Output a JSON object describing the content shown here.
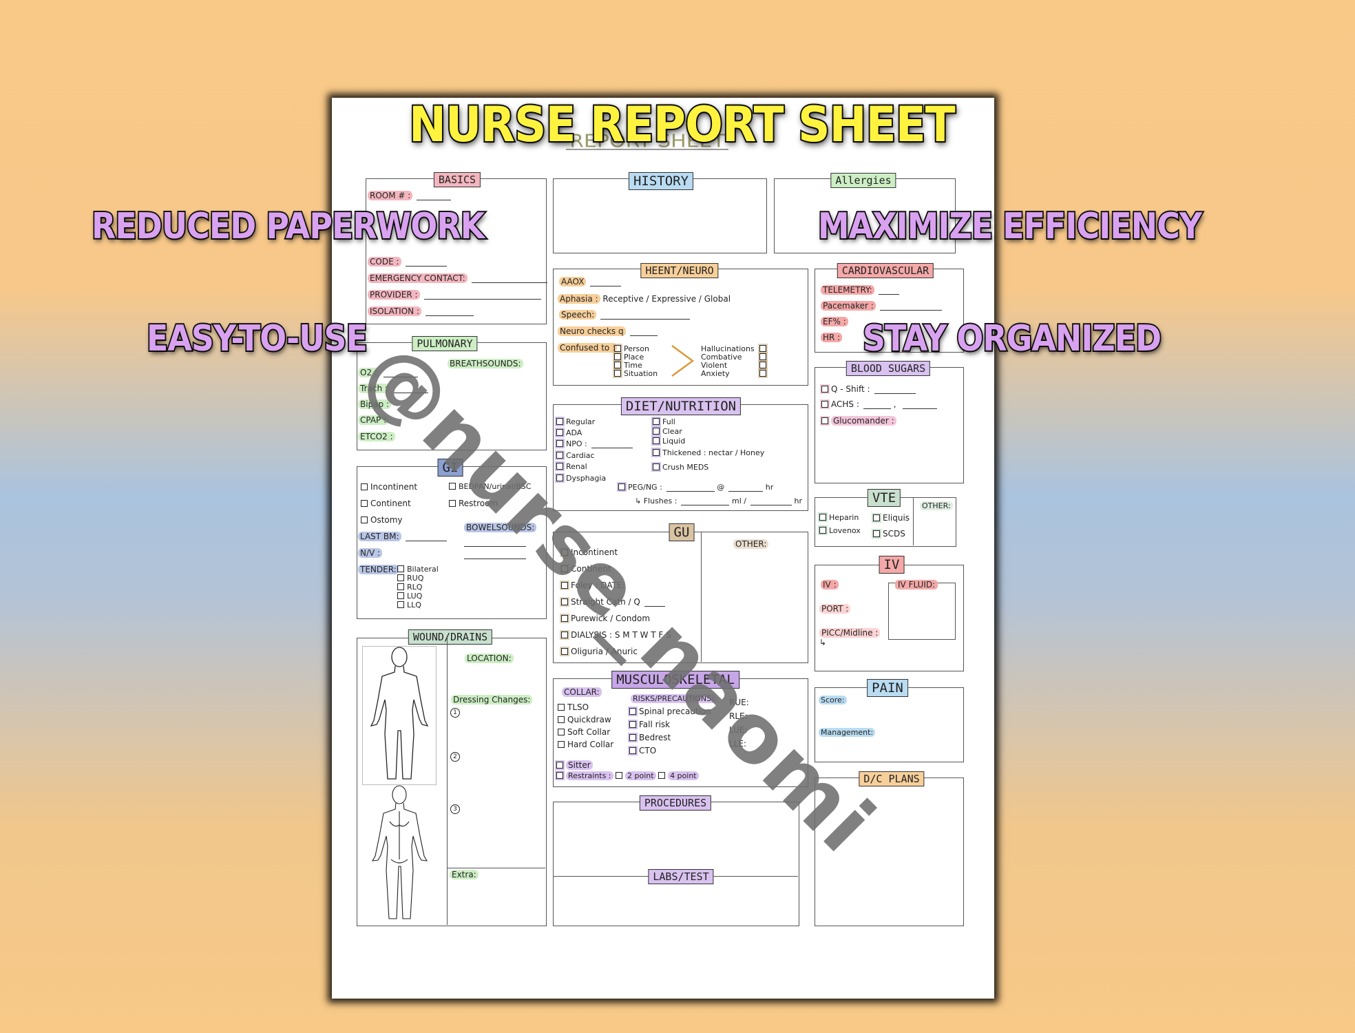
{
  "banner": {
    "title": "NURSE REPORT SHEET",
    "features": [
      "REDUCED PAPERWORK",
      "MAXIMIZE EFFICIENCY",
      "EASY-TO-USE",
      "STAY ORGANIZED"
    ],
    "watermark": "@nurse_naomi"
  },
  "sheet": {
    "title": "REPORT SHEET",
    "basics": {
      "header": "BASICS",
      "fields": [
        "ROOM # :",
        "CODE :",
        "EMERGENCY CONTACT:",
        "PROVIDER :",
        "ISOLATION :"
      ]
    },
    "history": {
      "header": "HISTORY"
    },
    "allergies": {
      "header": "Allergies"
    },
    "heent": {
      "header": "HEENT/NEURO",
      "aaox": "AAOX",
      "aphasia_label": "Aphasia :",
      "aphasia_opts": "Receptive / Expressive / Global",
      "speech": "Speech:",
      "neuro": "Neuro checks q",
      "confused": "Confused to :",
      "confused_opts": [
        "Person",
        "Place",
        "Time",
        "Situation"
      ],
      "behaviors": [
        "Hallucinations",
        "Combative",
        "Violent",
        "Anxiety"
      ]
    },
    "cardio": {
      "header": "CARDIOVASCULAR",
      "fields": [
        "TELEMETRY:",
        "Pacemaker :",
        "EF% :",
        "HR :"
      ]
    },
    "pulmonary": {
      "header": "PULMONARY",
      "breath": "BREATHSOUNDS:",
      "fields": [
        "O2 :",
        "Trach :",
        "Bipap :",
        "CPAP :",
        "ETCO2 :"
      ]
    },
    "blood_sugars": {
      "header": "BLOOD SUGARS",
      "fields": [
        "Q - Shift :",
        "ACHS :",
        "Glucomander :"
      ]
    },
    "diet": {
      "header": "DIET/NUTRITION",
      "left": [
        "Regular",
        "ADA",
        "NPO :",
        "Cardiac",
        "Renal",
        "Dysphagia"
      ],
      "right": [
        "Full",
        "Clear",
        "Liquid",
        "Thickened :",
        "Crush MEDS"
      ],
      "thick_opts": "nectar / Honey",
      "peg": "PEG/NG :",
      "peg_at": "@",
      "peg_unit": "hr",
      "flushes": "Flushes :",
      "flush_unit": "ml /",
      "flush_unit2": "hr"
    },
    "gi": {
      "header": "GI",
      "left": [
        "Incontinent",
        "Continent",
        "Ostomy"
      ],
      "right": [
        "BEDPAN/urinal/BSC",
        "Restroom"
      ],
      "last_bm": "LAST BM:",
      "bowel": "BOWELSOUNDS:",
      "nv": "N/V :",
      "tender": "TENDER:",
      "tender_opts": [
        "Bilateral",
        "RUQ",
        "RLQ",
        "LUQ",
        "LLQ"
      ]
    },
    "vte": {
      "header": "VTE",
      "opts": [
        "Heparin",
        "Lovenox",
        "Eliquis",
        "SCDS"
      ],
      "other": "OTHER:"
    },
    "gu": {
      "header": "GU",
      "other": "OTHER:",
      "opts": [
        "Incontinent",
        "Continent",
        "Foley : DATE:",
        "Straight Cath / Q",
        "Purewick / Condom",
        "DIALYSIS : S M T W T F S",
        "Oliguria / Anuric"
      ]
    },
    "iv": {
      "header": "IV",
      "fields": [
        "IV :",
        "PORT :",
        "PICC/Midline :"
      ],
      "fluid": "IV FLUID:"
    },
    "wound": {
      "header": "WOUND/DRAINS",
      "location": "LOCATION:",
      "dressing": "Dressing Changes:",
      "nums": [
        "1",
        "2",
        "3"
      ],
      "extra": "Extra:"
    },
    "msk": {
      "header": "MUSCULOSKELETAL",
      "collar": "COLLAR:",
      "collar_opts": [
        "TLSO",
        "Quickdraw",
        "Soft Collar",
        "Hard Collar"
      ],
      "risks": "RISKS/PRECAUTIONS:",
      "risk_opts": [
        "Spinal precaution",
        "Fall risk",
        "Bedrest",
        "CTO"
      ],
      "limbs": [
        "RUE:",
        "RLE:",
        "LUE:",
        "LLE:"
      ],
      "sitter": "Sitter",
      "restraints": "Restraints :",
      "r_opts": [
        "2 point",
        "4 point"
      ]
    },
    "pain": {
      "header": "PAIN",
      "score": "Score:",
      "mgmt": "Management:"
    },
    "procedures": {
      "header": "PROCEDURES"
    },
    "labs": {
      "header": "LABS/TEST"
    },
    "dc": {
      "header": "D/C PLANS"
    }
  },
  "colors": {
    "yellow": "#fff33f",
    "purple": "#d9a2f0",
    "pink": "#f3b6bf",
    "blue": "#b9dcf2",
    "green": "#cdeec4",
    "orange": "#f7cf9a",
    "lavender": "#d9c2f0",
    "tan": "#d9c3a3",
    "red": "#f4a8a8",
    "navy": "#8b9fd0",
    "sage": "#c9e0cf"
  }
}
